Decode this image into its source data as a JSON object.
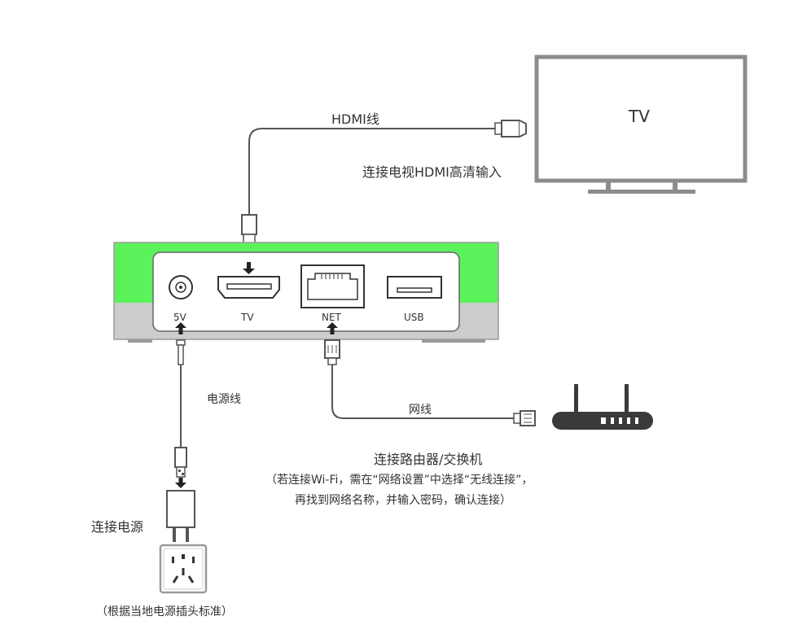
{
  "tv": {
    "label": "TV"
  },
  "hdmi": {
    "cable_label": "HDMI线",
    "connect_label": "连接电视HDMI高清输入"
  },
  "ports": {
    "p5v": "5V",
    "tv": "TV",
    "net": "NET",
    "usb": "USB"
  },
  "power": {
    "cable_label": "电源线",
    "connect_label": "连接电源",
    "note": "（根据当地电源插头标准）"
  },
  "network": {
    "cable_label": "网线",
    "connect_label": "连接路由器/交换机",
    "note_line1": "（若连接Wi-Fi，需在“网络设置”中选择“无线连接”，",
    "note_line2": "再找到网络名称，并输入密码，确认连接）"
  },
  "colors": {
    "box_green": "#5cf25c",
    "box_gray": "#cdcdcd",
    "line": "#555555",
    "router": "#3a3a3a"
  }
}
